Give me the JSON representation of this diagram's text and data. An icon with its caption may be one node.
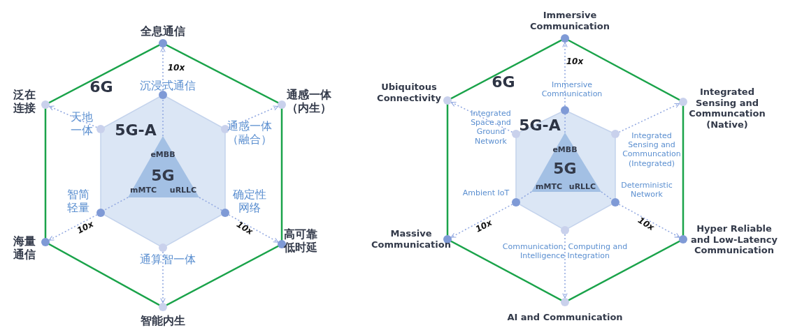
{
  "diagram": {
    "nodes": [
      {
        "text": [
          "6G"
        ]
      },
      {
        "text": [
          "5G-A"
        ],
        "in": 0
      },
      {
        "text": [
          "eMBB",
          "5G",
          "mMTC",
          "uRLLC"
        ],
        "in": 1
      },
      {
        "text": [],
        "shape": "circle",
        "beside": [
          "沉浸式通信"
        ],
        "in": 0
      },
      {
        "text": [],
        "shape": "circle",
        "beside": [
          "通感一体（融合）"
        ],
        "in": 0
      },
      {
        "text": [],
        "shape": "circle",
        "beside": [
          "确定性网络"
        ],
        "in": 0
      },
      {
        "text": [],
        "shape": "circle",
        "beside": [
          "通算智一体"
        ],
        "in": 0
      },
      {
        "text": [],
        "shape": "circle",
        "beside": [
          "智简轻量"
        ],
        "in": 0
      },
      {
        "text": [],
        "shape": "circle",
        "beside": [
          "天地一体"
        ],
        "in": 0
      },
      {
        "text": [],
        "shape": "circle",
        "beside": [
          "全息通信"
        ]
      },
      {
        "text": [],
        "shape": "circle",
        "beside": [
          "通感一体（内生）"
        ]
      },
      {
        "text": [],
        "shape": "circle",
        "beside": [
          "高可靠低时延"
        ]
      },
      {
        "text": [],
        "shape": "circle",
        "beside": [
          "智能内生"
        ]
      },
      {
        "text": [],
        "shape": "circle",
        "beside": [
          "海量通信"
        ]
      },
      {
        "text": [],
        "shape": "circle",
        "beside": [
          "泛在连接"
        ]
      },
      {
        "text": [
          "6G"
        ]
      },
      {
        "text": [
          "5G-A"
        ],
        "in": 15
      },
      {
        "text": [
          "eMBB",
          "5G",
          "mMTC",
          "uRLLC"
        ],
        "in": 16
      },
      {
        "text": [],
        "shape": "circle",
        "beside": [
          "Immersive Communication"
        ],
        "in": 15
      },
      {
        "text": [],
        "shape": "circle",
        "beside": [
          "Integrated Sensing and Communcation (Integrated)"
        ],
        "in": 15
      },
      {
        "text": [],
        "shape": "circle",
        "beside": [
          "Deterministic Network"
        ],
        "in": 15
      },
      {
        "text": [],
        "shape": "circle",
        "beside": [
          "Communication, Computing and Intelligence Integration"
        ],
        "in": 15
      },
      {
        "text": [],
        "shape": "circle",
        "beside": [
          "Ambient IoT"
        ],
        "in": 15
      },
      {
        "text": [],
        "shape": "circle",
        "beside": [
          "Integrated Space and Ground Network"
        ],
        "in": 15
      },
      {
        "text": [],
        "shape": "circle",
        "beside": [
          "Immersive Communication"
        ]
      },
      {
        "text": [],
        "shape": "circle",
        "beside": [
          "Integrated Sensing and Communcation (Native)"
        ]
      },
      {
        "text": [],
        "shape": "circle",
        "beside": [
          "Hyper Reliable and Low-Latency Communication"
        ]
      },
      {
        "text": [],
        "shape": "circle",
        "beside": [
          "AI and Communication"
        ]
      },
      {
        "text": [],
        "shape": "circle",
        "beside": [
          "Massive Communication"
        ]
      },
      {
        "text": [],
        "shape": "circle",
        "beside": [
          "Ubiquitous Connectivity"
        ]
      }
    ],
    "edges": [
      {
        "from": 3,
        "to": 9,
        "arrow": "to",
        "style": "dashed",
        "label": "10x"
      },
      {
        "from": 4,
        "to": 10,
        "arrow": "to",
        "style": "dashed"
      },
      {
        "from": 5,
        "to": 11,
        "arrow": "to",
        "style": "dashed",
        "label": "10x"
      },
      {
        "from": 6,
        "to": 12,
        "arrow": "to",
        "style": "dashed"
      },
      {
        "from": 7,
        "to": 13,
        "arrow": "to",
        "style": "dashed",
        "label": "10x"
      },
      {
        "from": 8,
        "to": 14,
        "arrow": "to",
        "style": "dashed"
      },
      {
        "from": 2,
        "to": 3,
        "arrow": "none",
        "style": "dashed"
      },
      {
        "from": 2,
        "to": 5,
        "arrow": "none",
        "style": "dashed"
      },
      {
        "from": 2,
        "to": 7,
        "arrow": "none",
        "style": "dashed"
      },
      {
        "from": 18,
        "to": 24,
        "arrow": "to",
        "style": "dashed",
        "label": "10x"
      },
      {
        "from": 19,
        "to": 25,
        "arrow": "to",
        "style": "dashed"
      },
      {
        "from": 20,
        "to": 26,
        "arrow": "to",
        "style": "dashed",
        "label": "10x"
      },
      {
        "from": 21,
        "to": 27,
        "arrow": "to",
        "style": "dashed"
      },
      {
        "from": 22,
        "to": 28,
        "arrow": "to",
        "style": "dashed",
        "label": "10x"
      },
      {
        "from": 23,
        "to": 29,
        "arrow": "to",
        "style": "dashed"
      },
      {
        "from": 17,
        "to": 18,
        "arrow": "none",
        "style": "dashed"
      },
      {
        "from": 17,
        "to": 20,
        "arrow": "none",
        "style": "dashed"
      },
      {
        "from": 17,
        "to": 22,
        "arrow": "none",
        "style": "dashed"
      }
    ]
  }
}
